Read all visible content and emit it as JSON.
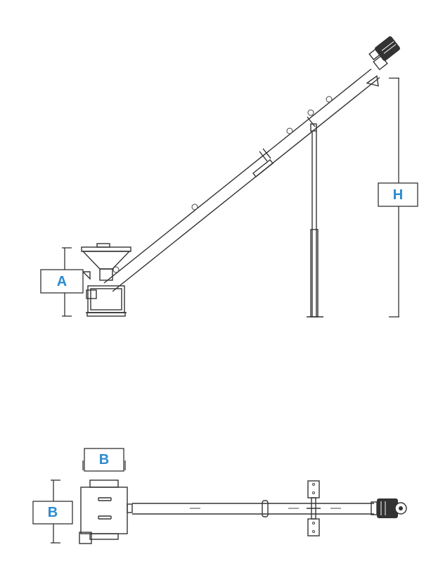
{
  "colors": {
    "label": "#2a8bd0",
    "line": "#333333"
  },
  "dimensions": {
    "side_view": {
      "hopper_height_label": "A",
      "discharge_height_label": "H"
    },
    "top_view": {
      "hopper_width_label": "B",
      "hopper_depth_label": "B"
    }
  },
  "icons": {
    "motor": "motor-icon",
    "hopper": "hopper-icon",
    "support_leg": "support-leg-icon"
  }
}
